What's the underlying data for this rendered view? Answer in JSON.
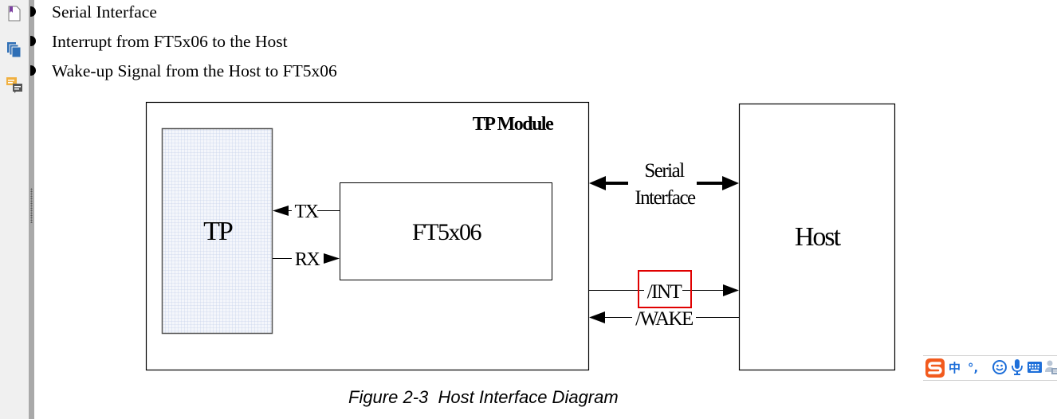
{
  "sidebar": {
    "icons": [
      {
        "name": "page-thumbnail-icon"
      },
      {
        "name": "copy-pages-icon"
      },
      {
        "name": "comments-icon"
      }
    ]
  },
  "document": {
    "bullets": [
      "Serial Interface",
      "Interrupt from FT5x06 to the Host",
      "Wake-up Signal from the Host to FT5x06"
    ],
    "diagram": {
      "module_title": "TP Module",
      "tp_label": "TP",
      "chip_label": "FT5x06",
      "tx_label": "TX",
      "rx_label": "RX",
      "host_label": "Host",
      "serial_label_line1": "Serial",
      "serial_label_line2": "Interface",
      "int_label": "/INT",
      "wake_label": "/WAKE",
      "highlight_color": "#e00000",
      "tp_fill_color": "#f4f6fb",
      "tp_grid_color": "#c8d4ec"
    },
    "caption": "Figure 2-3  Host Interface Diagram"
  },
  "ime_toolbar": {
    "logo": "S",
    "logo_color": "#f25a1d",
    "mode": "中",
    "punct": "°,",
    "accent_color": "#1e6fd9"
  }
}
